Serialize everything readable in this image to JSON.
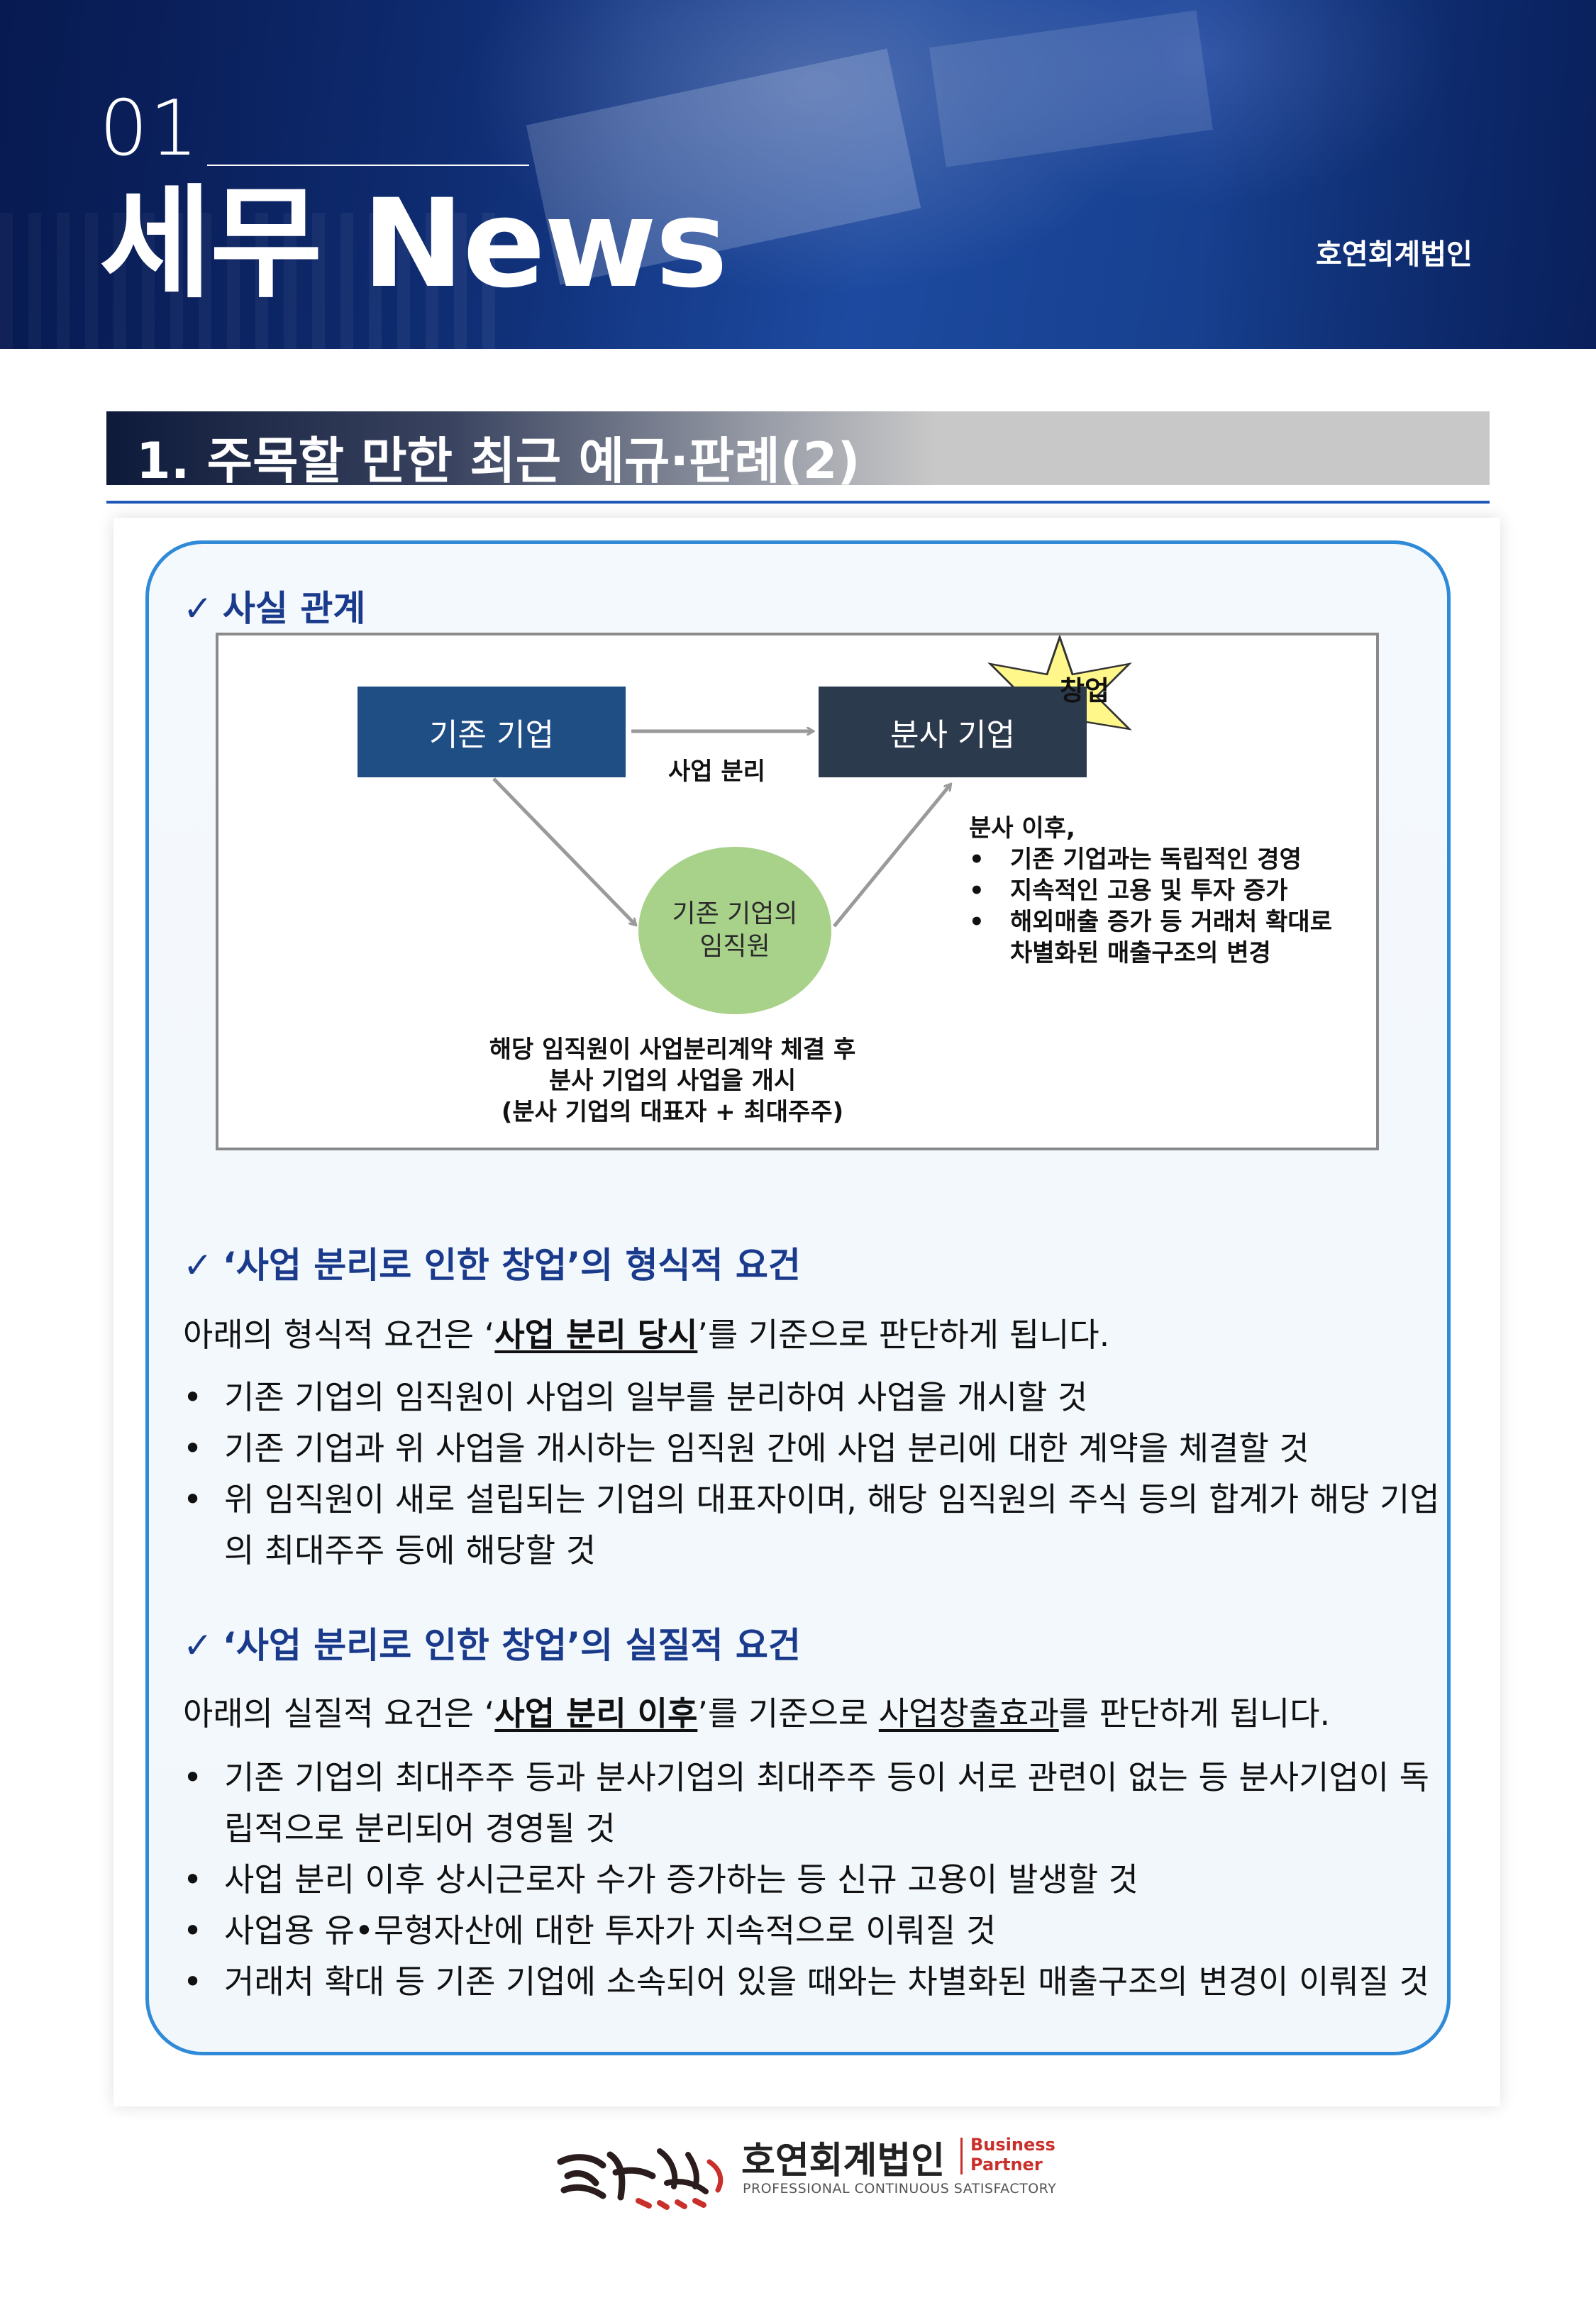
{
  "header": {
    "number": "01",
    "title": "세무 News",
    "company": "호연회계법인"
  },
  "section": {
    "title": "1. 주목할 만한 최근 예규·판례(2)"
  },
  "facts": {
    "heading": "사실 관계",
    "diagram": {
      "existing_company": "기존 기업",
      "spinoff_company": "분사 기업",
      "star_label": "창업",
      "arrow_label": "사업 분리",
      "employee_line1": "기존 기업의",
      "employee_line2": "임직원",
      "after_title": "분사 이후,",
      "after_items": [
        "기존 기업과는 독립적인 경영",
        "지속적인 고용 및 투자 증가",
        "해외매출 증가 등 거래처 확대로",
        "차별화된 매출구조의 변경"
      ],
      "caption_lines": [
        "해당 임직원이 사업분리계약 체결 후",
        "분사 기업의 사업을 개시",
        "(분사 기업의 대표자 + 최대주주)"
      ]
    }
  },
  "formal": {
    "heading": "‘사업 분리로 인한 창업’의 형식적 요건",
    "intro_before": "아래의 형식적 요건은 ‘",
    "intro_key": "사업 분리 당시",
    "intro_after": "’를 기준으로 판단하게 됩니다.",
    "items": [
      "기존 기업의 임직원이 사업의 일부를 분리하여 사업을 개시할 것",
      "기존 기업과 위 사업을 개시하는 임직원 간에 사업 분리에 대한 계약을 체결할 것",
      "위 임직원이 새로 설립되는 기업의 대표자이며, 해당 임직원의 주식 등의 합계가 해당 기업",
      "의 최대주주 등에 해당할 것"
    ]
  },
  "substantive": {
    "heading": "‘사업 분리로 인한 창업’의 실질적 요건",
    "intro_before": "아래의 실질적 요건은 ‘",
    "intro_key": "사업 분리 이후",
    "intro_mid": "’를 기준으로 ",
    "intro_key2": "사업창출효과",
    "intro_after": "를 판단하게 됩니다.",
    "items": [
      "기존 기업의 최대주주 등과  분사기업의 최대주주 등이 서로 관련이 없는 등 분사기업이 독",
      "립적으로 분리되어 경영될 것",
      "사업 분리 이후 상시근로자 수가 증가하는 등 신규 고용이 발생할 것",
      "사업용 유•무형자산에 대한 투자가 지속적으로 이뤄질 것",
      "거래처 확대 등 기존 기업에 소속되어 있을 때와는 차별화된 매출구조의 변경이 이뤄질 것"
    ]
  },
  "footer": {
    "company": "호연회계법인",
    "badge_line1": "Business",
    "badge_line2": "Partner",
    "tagline": "PROFESSIONAL CONTINUOUS SATISFACTORY"
  },
  "colors": {
    "accent": "#1a3a8c",
    "box_border": "#2f8ad8",
    "existing_box": "#1f4e84",
    "spinoff_box": "#2c3a4e",
    "star": "#fff78a",
    "employee_circle": "#a8d18a",
    "brand_red": "#c9302c"
  }
}
